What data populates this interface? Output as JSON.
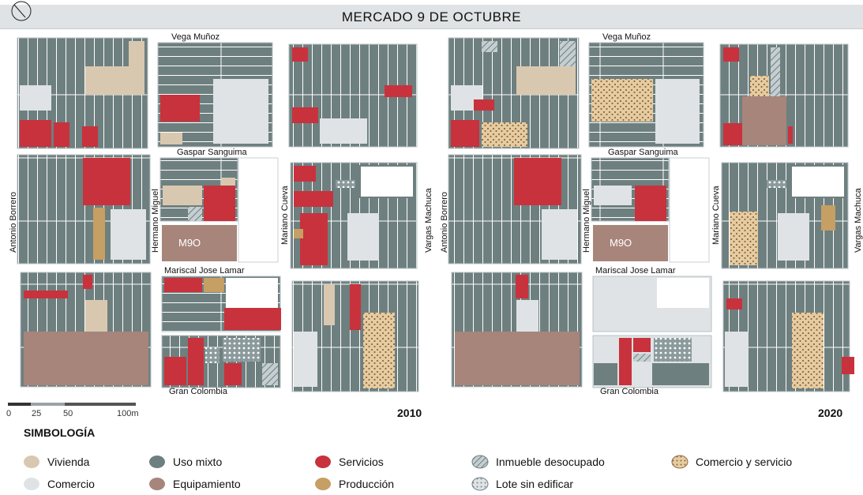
{
  "title_bold": "MERCADO",
  "title_rest": "9 DE OCTUBRE",
  "compass_icon": "north-arrow-icon",
  "market_label": "M9O",
  "streets": {
    "vega_munoz": "Vega Muñoz",
    "gaspar_sanguima": "Gaspar Sanguima",
    "mariscal_lamar": "Mariscal Jose  Lamar",
    "gran_colombia": "Gran Colombia",
    "antonio_borrero": "Antonio Borrero",
    "hermano_miguel": "Hermano Miguel",
    "mariano_cueva": "Mariano Cueva",
    "vargas_machuca": "Vargas Machuca"
  },
  "years": {
    "left": "2010",
    "right": "2020"
  },
  "scale": [
    "0",
    "25",
    "50",
    "100m"
  ],
  "legend": {
    "title": "SIMBOLOGÍA",
    "items": [
      {
        "key": "vivienda",
        "label": "Vivienda",
        "color": "#d9c8b0"
      },
      {
        "key": "comercio",
        "label": "Comercio",
        "color": "#dfe3e5"
      },
      {
        "key": "uso_mixto",
        "label": "Uso mixto",
        "color": "#6e7f7f"
      },
      {
        "key": "equipamiento",
        "label": "Equipamiento",
        "color": "#a7857b"
      },
      {
        "key": "servicios",
        "label": "Servicios",
        "color": "#c8323c"
      },
      {
        "key": "produccion",
        "label": "Producción",
        "color": "#c59f64"
      },
      {
        "key": "inmueble",
        "label": "Inmueble desocupado",
        "color": "#8f9fa3"
      },
      {
        "key": "lote",
        "label": "Lote sin edificar",
        "color": "#d3dcdf"
      },
      {
        "key": "comercio_servicio",
        "label": "Comercio y servicio",
        "color": "#e3c598"
      }
    ]
  }
}
